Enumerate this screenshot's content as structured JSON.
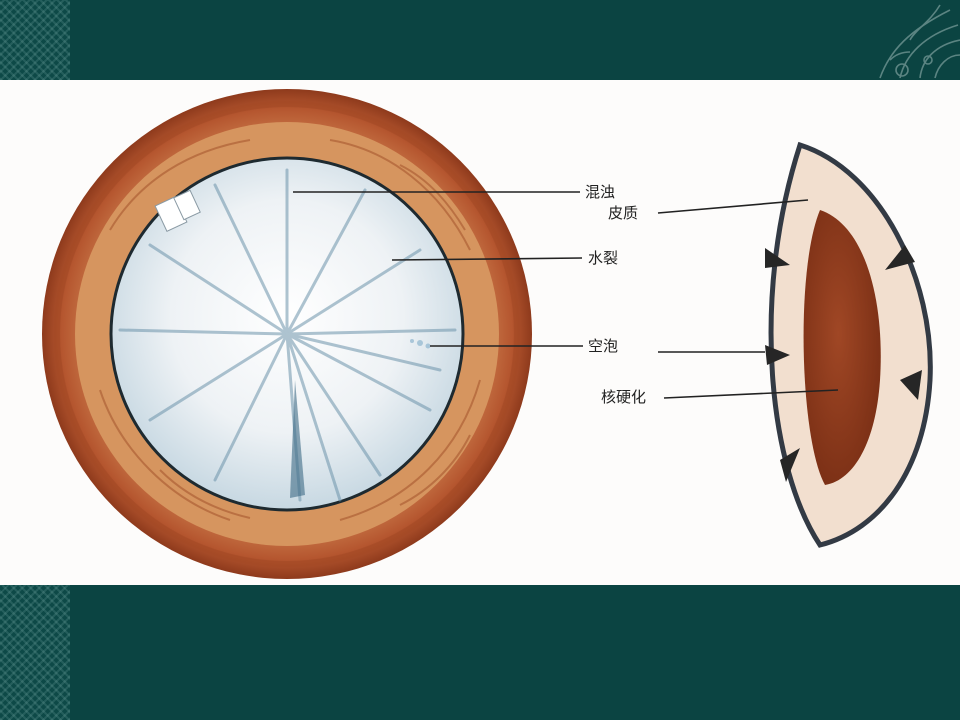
{
  "labels": {
    "turbidity": "混浊",
    "cortex": "皮质",
    "water_cleft": "水裂",
    "vacuole": "空泡",
    "nuclear_sclerosis": "核硬化"
  },
  "colors": {
    "background_teal": "#0b4442",
    "panel_white": "#fdfcfb",
    "capsule_brown": "#b5562f",
    "lens_core_blue": "#dde8ee",
    "nucleus_brown": "#8f3b1e",
    "cortex_beige": "#f0dccc"
  },
  "icons": {
    "ornament": "vine-ornament-icon",
    "pattern": "diamond-pattern"
  }
}
